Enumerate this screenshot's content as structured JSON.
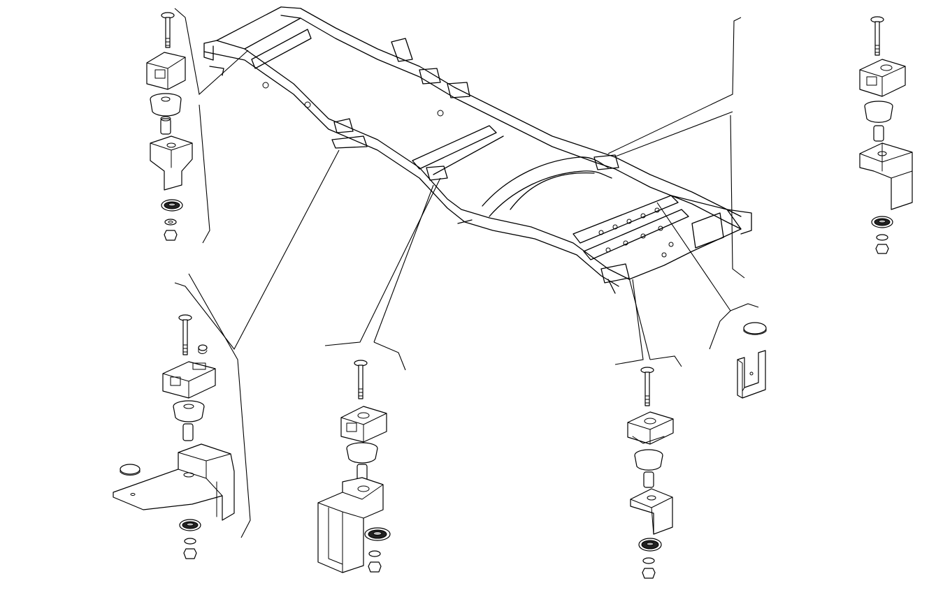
{
  "diagram": {
    "colors": {
      "line": "#000000",
      "background": "#ffffff",
      "washer": "#222222"
    },
    "groups": [
      {
        "id": "front-left-mount",
        "parts": [
          "bolt",
          "upper-bracket",
          "rubber-bush",
          "spacer-sleeve",
          "mount-bracket",
          "lower-rubber",
          "washer",
          "nut"
        ]
      },
      {
        "id": "front-right-mount",
        "parts": [
          "bolt",
          "upper-bracket",
          "rubber-bush",
          "spacer-sleeve",
          "mount-bracket",
          "lower-rubber",
          "washer",
          "nut"
        ]
      },
      {
        "id": "mid-left-mount",
        "parts": [
          "bolt",
          "washer-small",
          "upper-bracket",
          "rubber-bush",
          "spacer-sleeve",
          "outrigger-bracket",
          "blanking-plug",
          "lower-rubber",
          "washer",
          "nut"
        ]
      },
      {
        "id": "center-mount",
        "parts": [
          "bolt",
          "upper-bracket",
          "rubber-bush",
          "spacer-sleeve",
          "box-bracket",
          "lower-rubber",
          "washer",
          "nut"
        ]
      },
      {
        "id": "rear-mount",
        "parts": [
          "bolt",
          "upper-bracket",
          "rubber-bush",
          "spacer-sleeve",
          "mount-bracket",
          "lower-rubber",
          "washer",
          "nut"
        ]
      },
      {
        "id": "rear-plug-bracket",
        "parts": [
          "blanking-plug",
          "u-bracket"
        ]
      }
    ]
  }
}
